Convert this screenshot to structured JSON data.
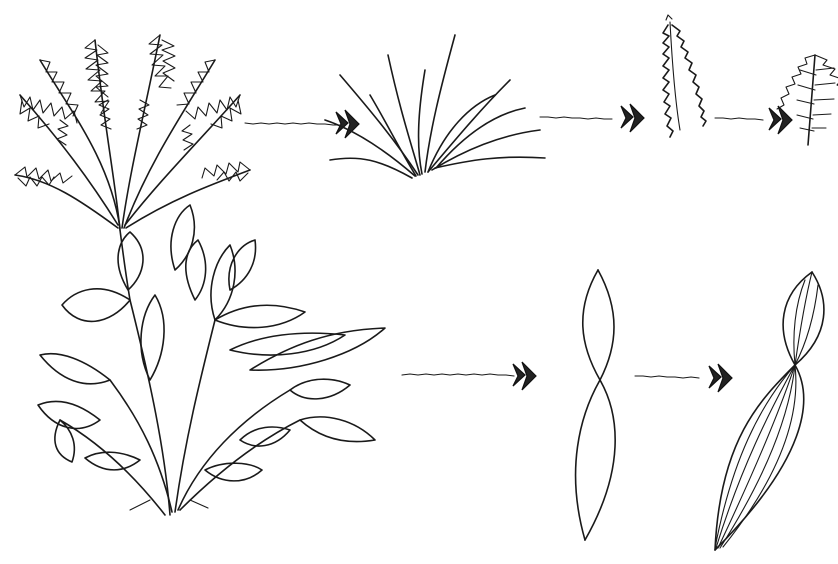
{
  "diagram": {
    "rows": [
      {
        "id": "fern-row",
        "stages": [
          "fern-plant",
          "grass-strokes",
          "toothed-leaf",
          "small-fern-leaf"
        ]
      },
      {
        "id": "leafy-row",
        "stages": [
          "leafy-plant",
          "twisted-outline",
          "veined-leaf"
        ]
      }
    ],
    "arrow_count": 5,
    "ink_color": "#1a1a1a",
    "background": "#ffffff"
  }
}
